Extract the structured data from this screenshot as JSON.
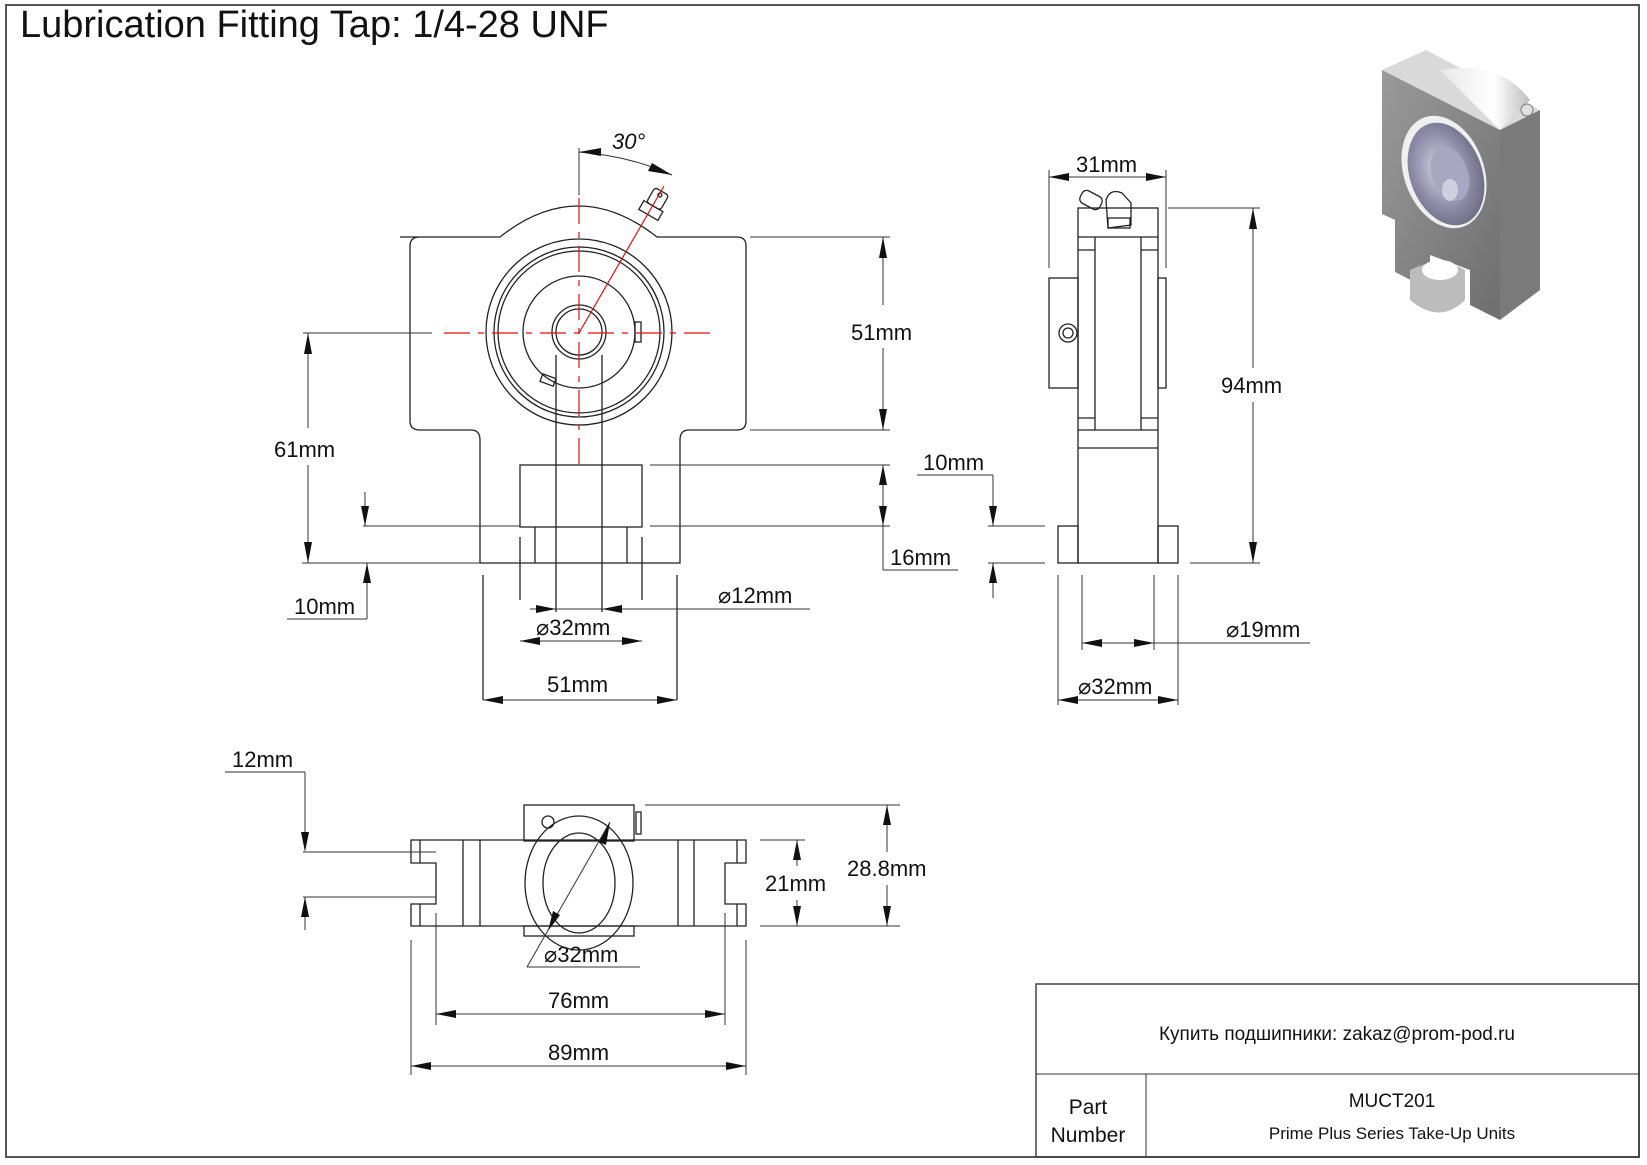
{
  "drawing": {
    "title": "Lubrication Fitting Tap: 1/4-28 UNF",
    "colors": {
      "line": "#222222",
      "centerline": "#e01010",
      "iso_body": "#8a8a8a",
      "iso_bearing": "#9a98b0"
    }
  },
  "front_view": {
    "angle_label": "30°",
    "dims": {
      "height_housing": "51mm",
      "center_height": "61mm",
      "base_bottom": "10mm",
      "slot_height": "16mm",
      "slot_top": "10mm",
      "bore": "12mm",
      "boss_diameter": "32mm",
      "base_width": "51mm"
    },
    "diameter_symbol": "⌀"
  },
  "side_view": {
    "dims": {
      "width": "31mm",
      "overall_height": "94mm",
      "inner_diameter": "19mm",
      "outer_diameter": "32mm"
    }
  },
  "top_view": {
    "dims": {
      "slot_width": "12mm",
      "inner_width": "21mm",
      "overall_depth": "28.8mm",
      "boss_diameter": "32mm",
      "inner_length": "76mm",
      "overall_length": "89mm"
    }
  },
  "title_block": {
    "contact": "Купить подшипники: zakaz@prom-pod.ru",
    "part_label_line1": "Part",
    "part_label_line2": "Number",
    "part_number": "MUCT201",
    "description": "Prime Plus Series Take-Up Units"
  },
  "iso_view": {
    "icon": "bearing-housing-3d-render"
  }
}
